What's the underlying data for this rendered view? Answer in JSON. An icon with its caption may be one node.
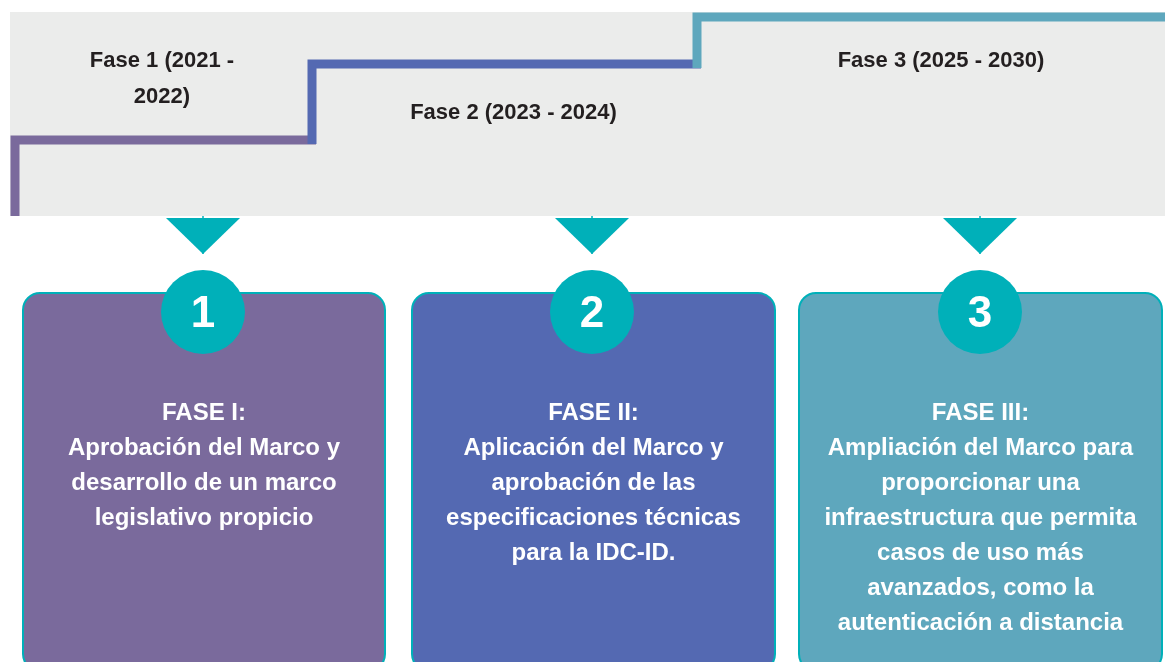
{
  "diagram": {
    "nodes": [
      {
        "text": [
          "Fase 1 (2021 - 2022)"
        ]
      },
      {
        "text": [
          "Fase 2 (2023 - 2024)"
        ]
      },
      {
        "text": [
          "Fase 3 (2025 - 2030)"
        ]
      },
      {
        "text": [
          "1"
        ]
      },
      {
        "text": [
          "FASE I:",
          "Aprobación del Marco y desarrollo de un marco legislativo propicio"
        ]
      },
      {
        "text": [
          "2"
        ]
      },
      {
        "text": [
          "FASE II:",
          "Aplicación del Marco y aprobación de las especificaciones técnicas para la IDC-ID."
        ]
      },
      {
        "text": [
          "3"
        ]
      },
      {
        "text": [
          "FASE III:",
          "Ampliación del Marco para proporcionar una infraestructura que permita casos de uso más avanzados, como la autenticación a distancia"
        ]
      }
    ],
    "edges": [
      {
        "from": 0,
        "to": 3,
        "arrow": "to"
      },
      {
        "from": 1,
        "to": 5,
        "arrow": "to"
      },
      {
        "from": 2,
        "to": 7,
        "arrow": "to"
      }
    ]
  }
}
